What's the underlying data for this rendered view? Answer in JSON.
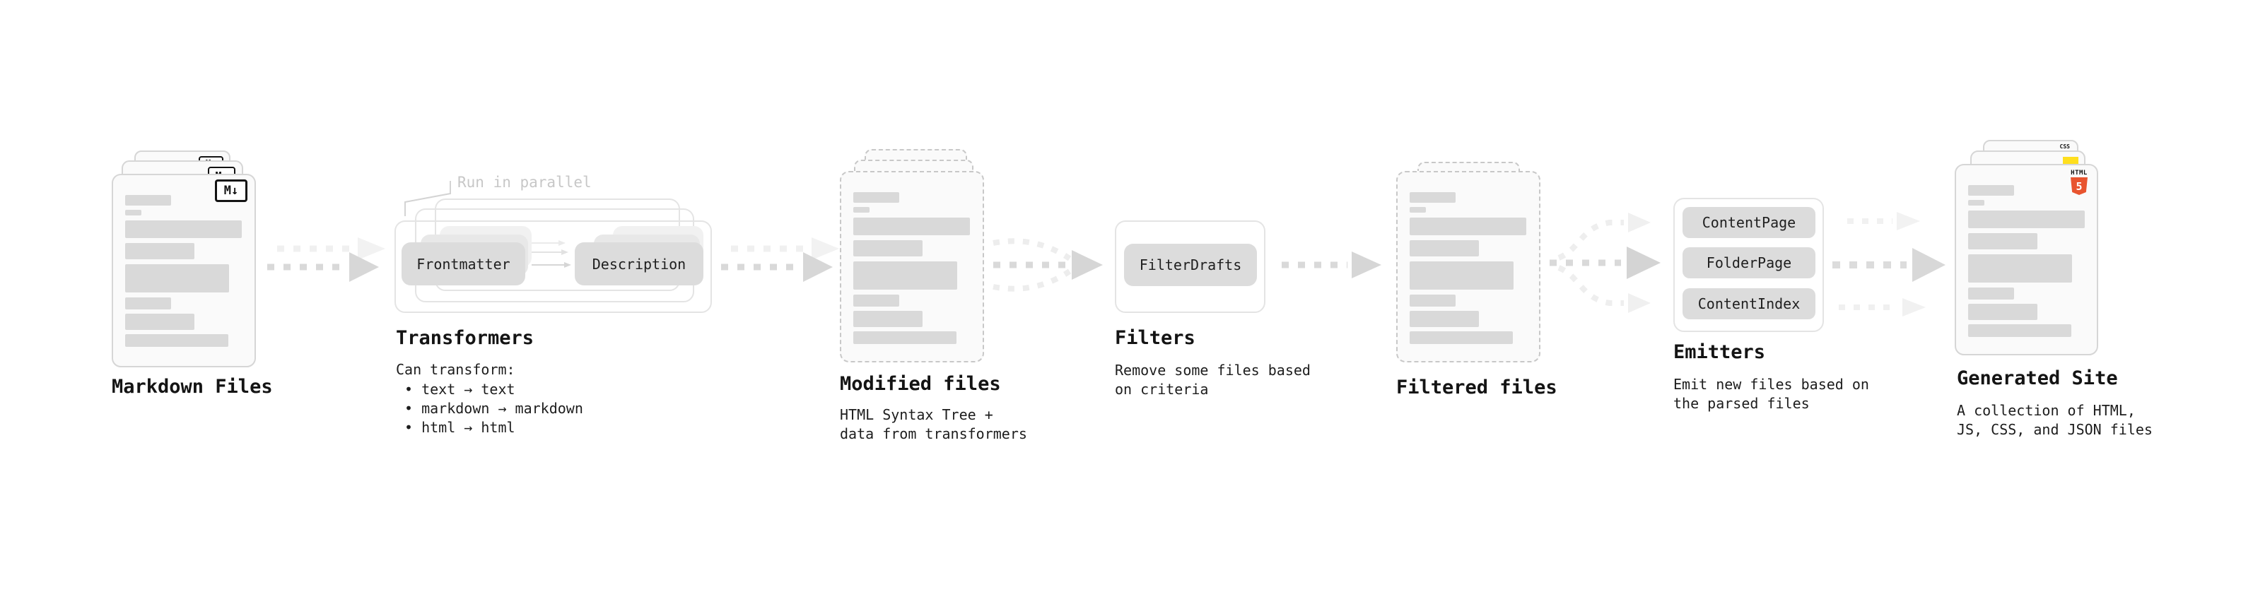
{
  "markdown": {
    "label": "Markdown Files",
    "badge": "M↓"
  },
  "transformers": {
    "note": "Run in parallel",
    "pills": [
      "Frontmatter",
      "Description"
    ],
    "label": "Transformers",
    "desc_title": "Can transform:",
    "bullet_char": "•",
    "bullets": [
      "text → text",
      "markdown → markdown",
      "html → html"
    ]
  },
  "modified": {
    "label": "Modified files",
    "desc": [
      "HTML Syntax Tree +",
      "data from transformers"
    ]
  },
  "filters": {
    "label": "Filters",
    "pill": "FilterDrafts",
    "desc": [
      "Remove some files based",
      "on criteria"
    ]
  },
  "filtered": {
    "label": "Filtered files"
  },
  "emitters": {
    "label": "Emitters",
    "pills": [
      "ContentPage",
      "FolderPage",
      "ContentIndex"
    ],
    "desc": [
      "Emit new files based on",
      "the parsed files"
    ]
  },
  "generated": {
    "label": "Generated Site",
    "desc": [
      "A collection of HTML,",
      "JS, CSS, and JSON files"
    ],
    "css_word": "CSS",
    "html5_word": "HTML",
    "html5_number": "5"
  },
  "colors": {
    "arrow_gray": "#d9d9d9",
    "ghost_gray": "#efefef",
    "html5_orange": "#e8542f",
    "js_yellow": "#ffdf1e",
    "css_blue": "#2d6fe3"
  }
}
